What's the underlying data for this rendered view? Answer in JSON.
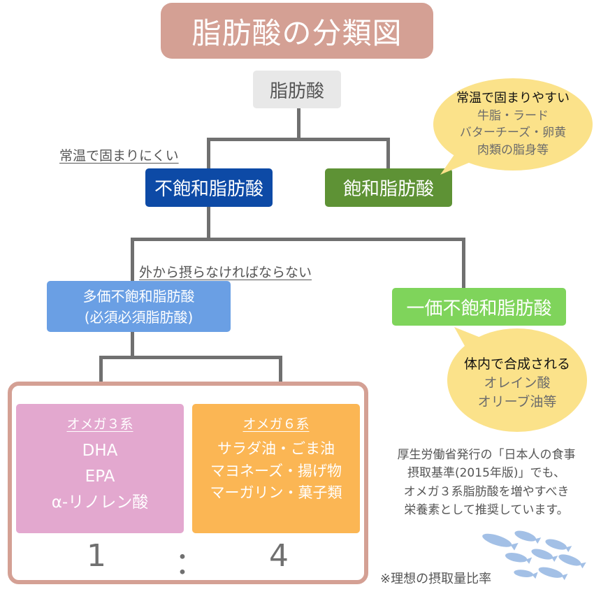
{
  "title": "脂肪酸の分類図",
  "root": {
    "label": "脂肪酸"
  },
  "branches": {
    "unsaturated": {
      "label": "不飽和脂肪酸",
      "note": "常温で固まりにくい",
      "color": "#0d4aa6"
    },
    "saturated": {
      "label": "飽和脂肪酸",
      "color": "#5e9235",
      "bubble": {
        "heading": "常温で固まりやすい",
        "examples": [
          "牛脂・ラード",
          "バターチーズ・卵黄",
          "肉類の脂身等"
        ]
      }
    },
    "polyunsaturated": {
      "label_line1": "多価不飽和脂肪酸",
      "label_line2": "(必須必須脂肪酸)",
      "note": "外から摂らなければならない",
      "color": "#6a9fe4"
    },
    "monounsaturated": {
      "label": "一価不飽和脂肪酸",
      "color": "#7fd45b",
      "bubble": {
        "heading": "体内で合成される",
        "examples": [
          "オレイン酸",
          "オリーブ油等"
        ]
      }
    }
  },
  "omega": {
    "omega3": {
      "heading": "オメガ３系",
      "items": [
        "DHA",
        "EPA",
        "α-リノレン酸"
      ],
      "ratio": "1",
      "color": "#e3a8cf"
    },
    "omega6": {
      "heading": "オメガ６系",
      "items": [
        "サラダ油・ごま油",
        "マヨネーズ・揚げ物",
        "マーガリン・菓子類"
      ],
      "ratio": "4",
      "color": "#fbb654"
    },
    "ratio_separator": "："
  },
  "recommendation": [
    "厚生労働省発行の「日本人の食事",
    "摂取基準(2015年版)」でも、",
    "オメガ３系脂肪酸を増やすべき",
    "栄養素として推奨しています。"
  ],
  "footnote": "※理想の摂取量比率",
  "colors": {
    "title_bg": "#d4a094",
    "connector": "#707070",
    "bubble": "#fbe28a",
    "fish": "#a3c0e6"
  }
}
